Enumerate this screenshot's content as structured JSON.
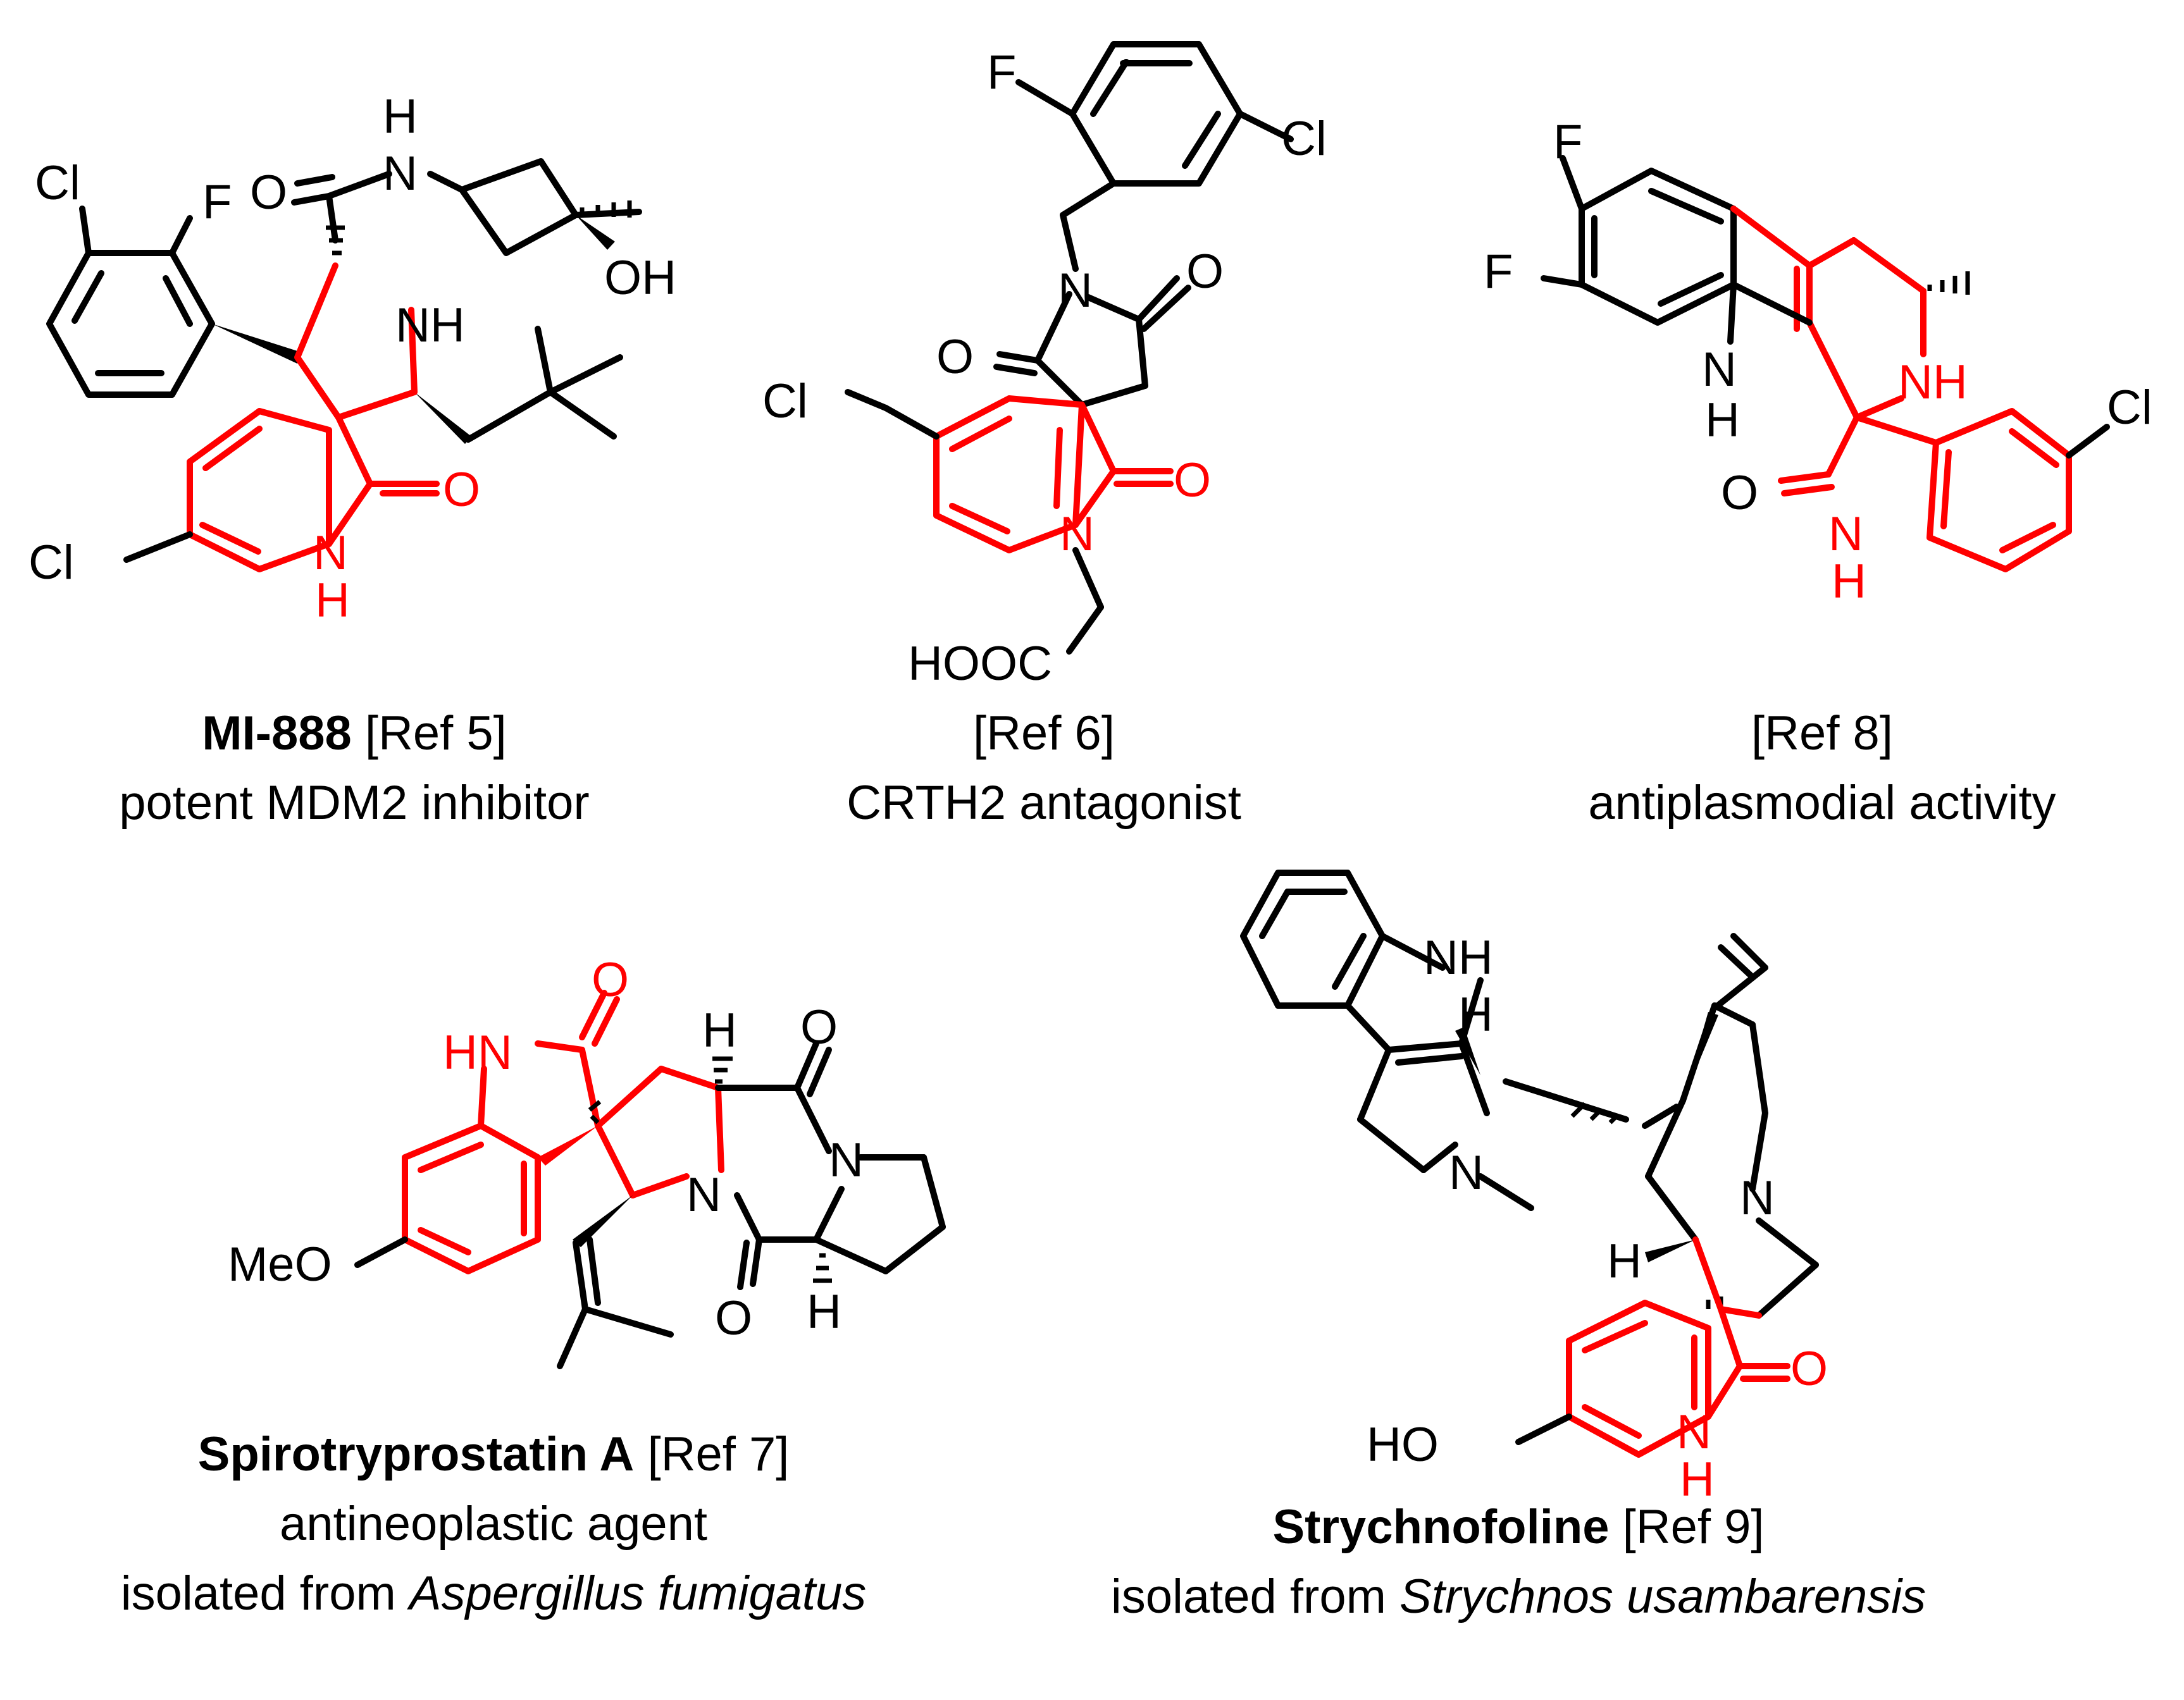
{
  "colors": {
    "scaffold": "#ff0000",
    "skeleton": "#000000"
  },
  "atoms": {
    "Cl": "Cl",
    "F": "F",
    "O": "O",
    "N": "N",
    "NH": "NH",
    "H": "H",
    "HN": "HN",
    "OH": "OH",
    "HO": "HO",
    "MeO": "MeO",
    "HOOC": "HOOC"
  },
  "compounds": [
    {
      "name": "MI-888",
      "ref": "[Ref 5]",
      "lines": [
        "potent MDM2 inhibitor"
      ]
    },
    {
      "name": "",
      "ref": "[Ref 6]",
      "lines": [
        "CRTH2 antagonist"
      ]
    },
    {
      "name": "",
      "ref": "[Ref 8]",
      "lines": [
        "antiplasmodial activity"
      ]
    },
    {
      "name": "Spirotryprostatin A",
      "ref": "[Ref 7]",
      "lines": [
        "antineoplastic agent"
      ],
      "source_prefix": "isolated from ",
      "source_species": "Aspergillus fumigatus"
    },
    {
      "name": "Strychnofoline",
      "ref": "[Ref 9]",
      "lines": [],
      "source_prefix": "isolated from ",
      "source_species": "Strychnos usambarensis"
    }
  ]
}
